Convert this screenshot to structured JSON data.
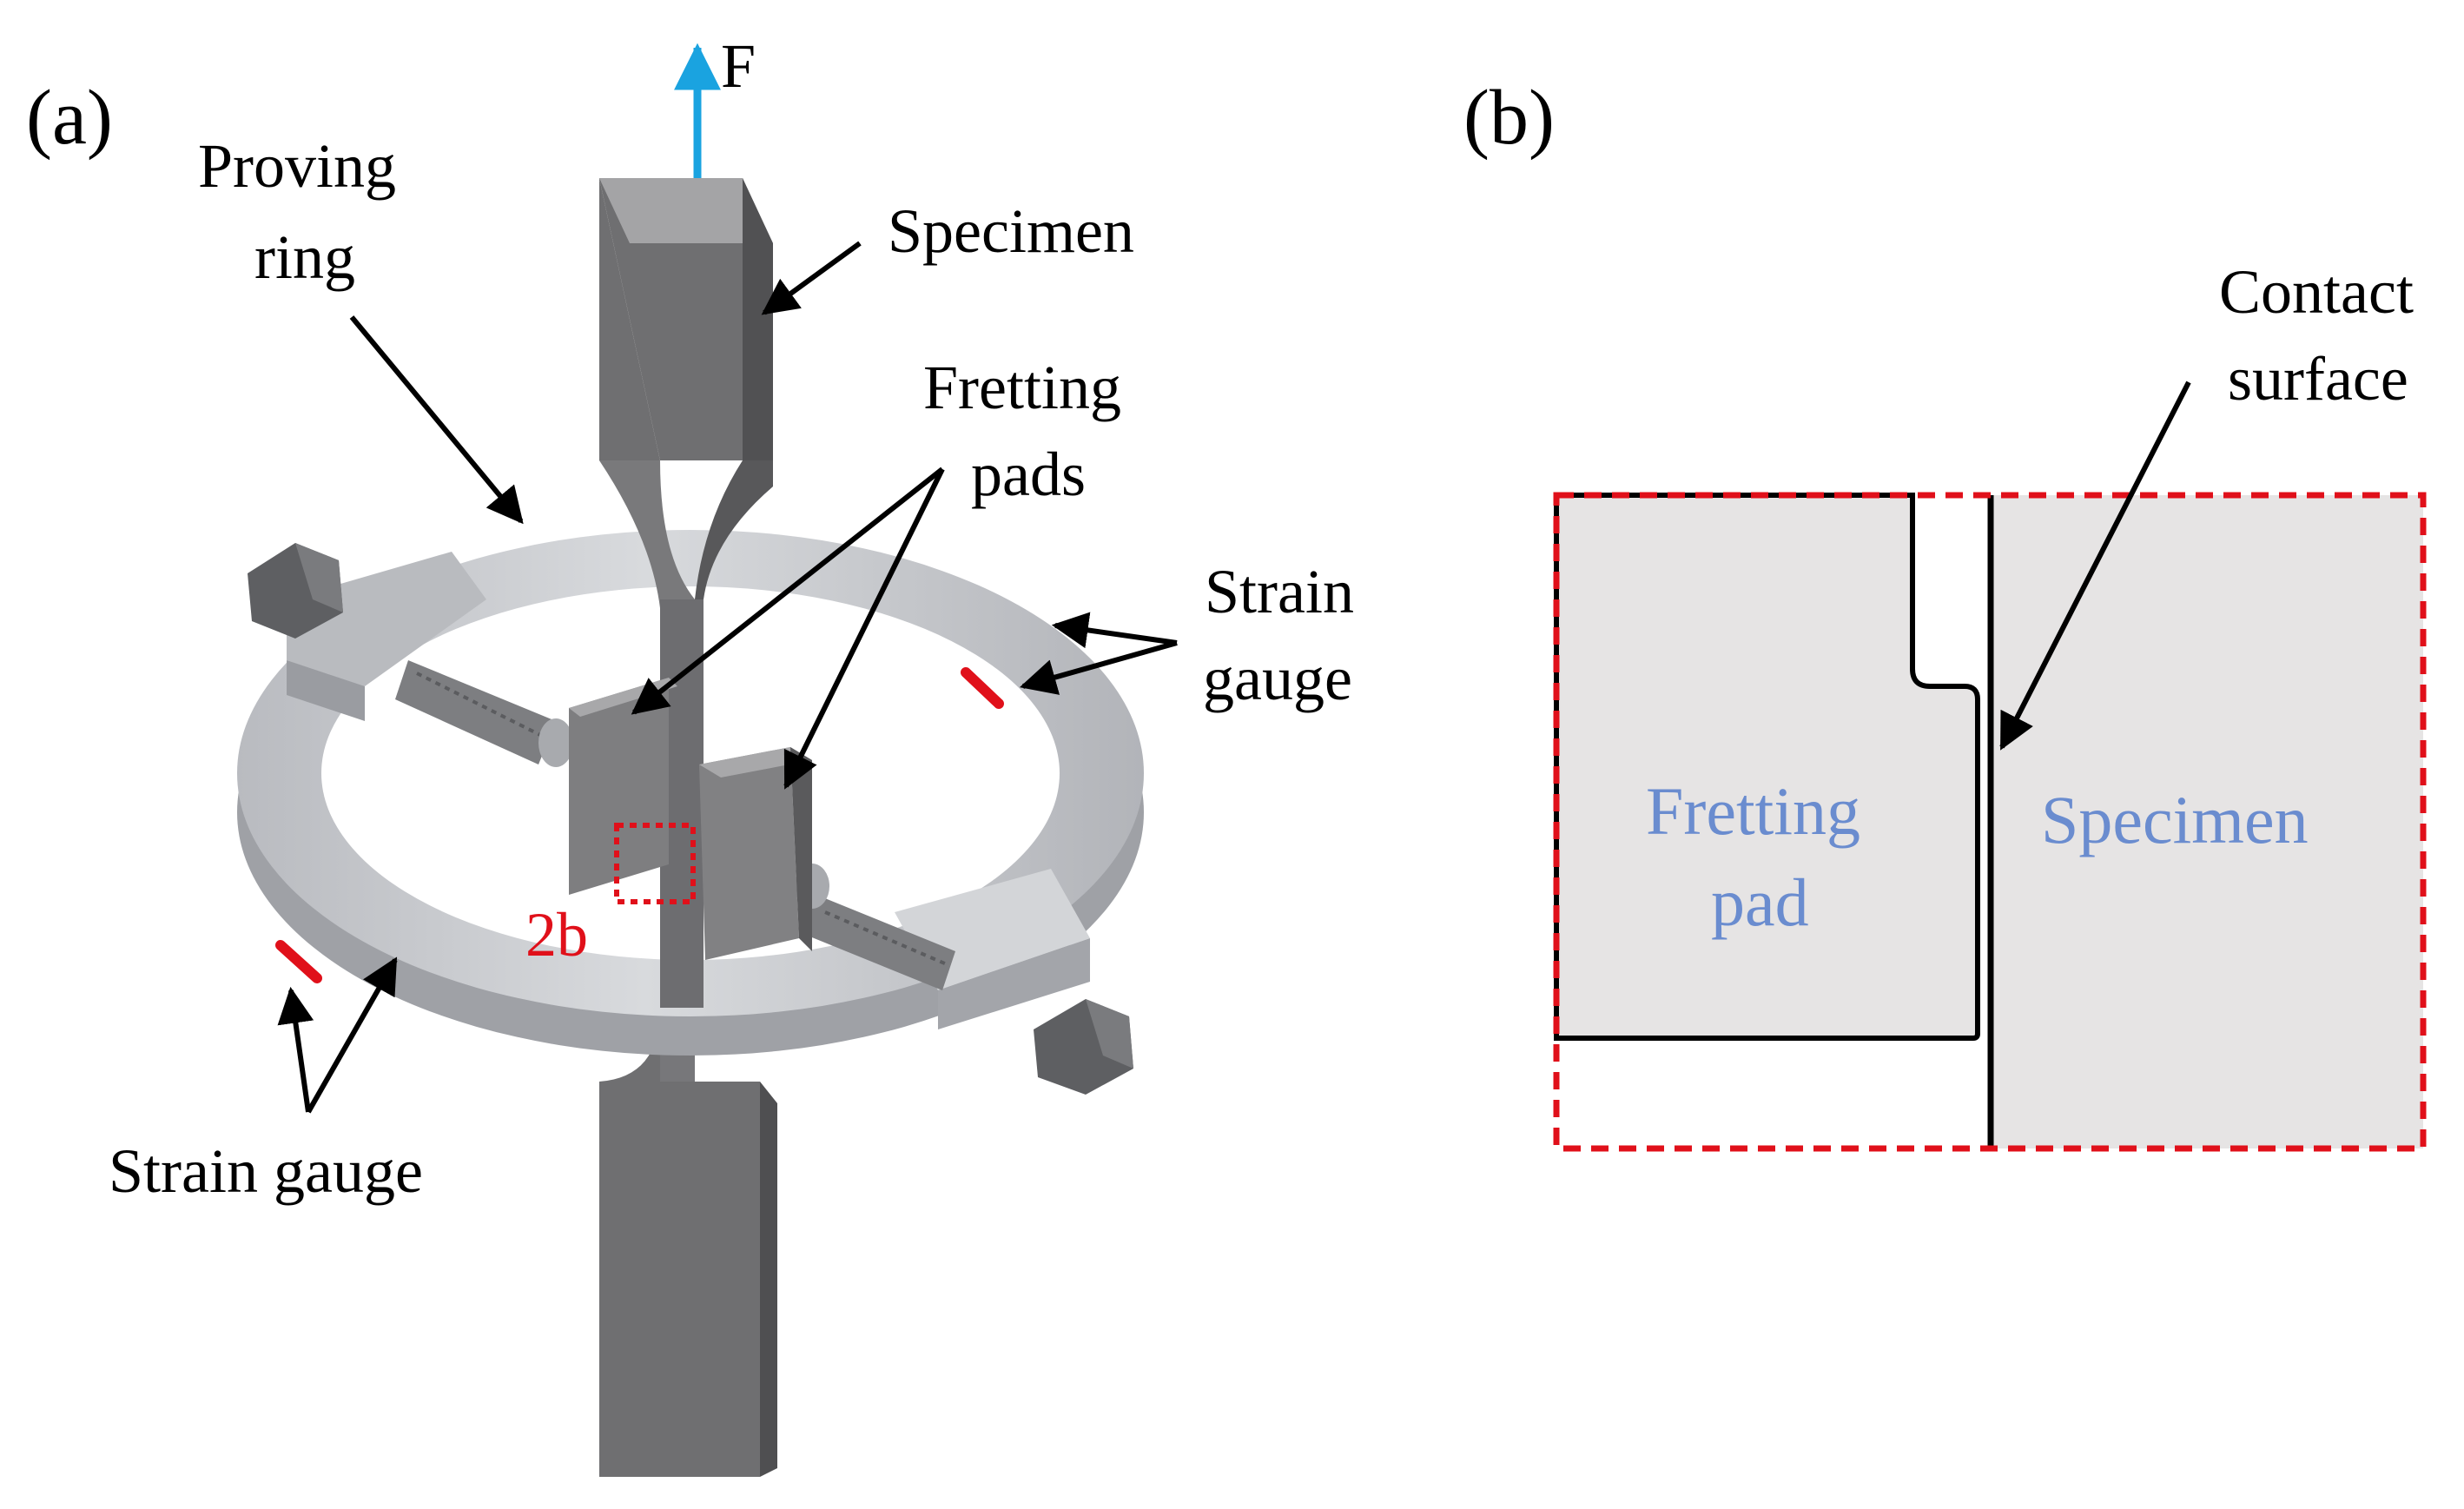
{
  "panel_a": {
    "panel_label": "(a)",
    "force_label": "F",
    "labels": {
      "proving_ring_1": "Proving",
      "proving_ring_2": "ring",
      "specimen": "Specimen",
      "fretting_pads_1": "Fretting",
      "fretting_pads_2": "pads",
      "strain_gauge_right_1": "Strain",
      "strain_gauge_right_2": "gauge",
      "strain_gauge_left": "Strain gauge",
      "detail_ref": "2b"
    }
  },
  "panel_b": {
    "panel_label": "(b)",
    "contact_surface_1": "Contact",
    "contact_surface_2": "surface",
    "fretting_pad_1": "Fretting",
    "fretting_pad_2": "pad",
    "specimen": "Specimen"
  },
  "colors": {
    "force_arrow": "#1aa3e0",
    "strain_gauge": "#e0101a",
    "detail_box": "#e0101a",
    "region_text": "#6a8ccf",
    "region_fill": "#e6e4e4",
    "metal": "#8a8a8c",
    "ring": "#c4c6cb"
  }
}
